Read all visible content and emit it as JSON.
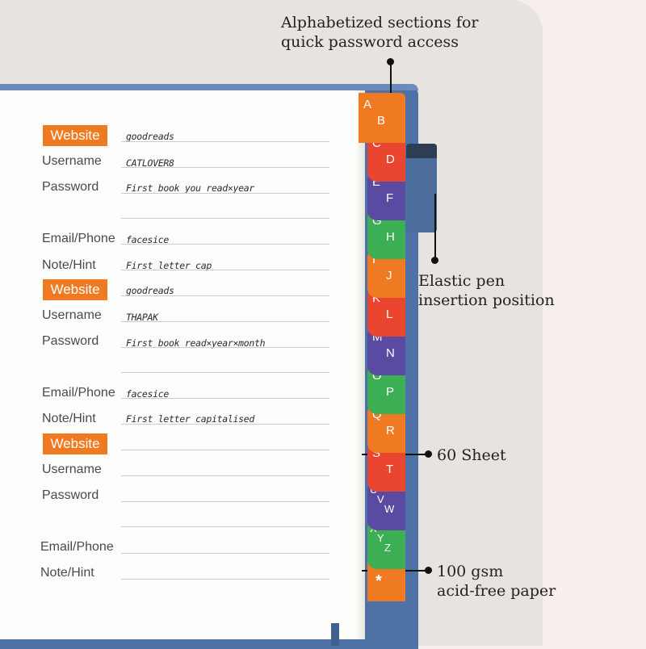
{
  "callouts": {
    "sections": "Alphabetized sections for\nquick password access",
    "pen": "Elastic pen\ninsertion position",
    "sheets": "60 Sheet",
    "paper": "100 gsm\nacid-free paper"
  },
  "labels": {
    "website": "Website",
    "username": "Username",
    "password": "Password",
    "email": "Email/Phone",
    "note": "Note/Hint"
  },
  "entries": [
    {
      "website": "goodreads",
      "username": "CATLOVER8",
      "password": "First book you read×year",
      "email": "facesice",
      "note": "First letter cap"
    },
    {
      "website": "goodreads",
      "username": "THAPAK",
      "password": "First book read×year×month",
      "email": "facesice",
      "note": "First letter capitalised"
    }
  ],
  "tabs": [
    "A",
    "B",
    "C",
    "D",
    "E",
    "F",
    "G",
    "H",
    "I",
    "J",
    "K",
    "L",
    "M",
    "N",
    "O",
    "P",
    "Q",
    "R",
    "S",
    "T",
    "U",
    "V",
    "W",
    "X",
    "Y",
    "Z",
    "*"
  ],
  "colors": {
    "orange": "#f07a22",
    "red": "#e9452f",
    "purple": "#5a4aa2",
    "green": "#3cae54",
    "cover": "#4f72a6"
  }
}
